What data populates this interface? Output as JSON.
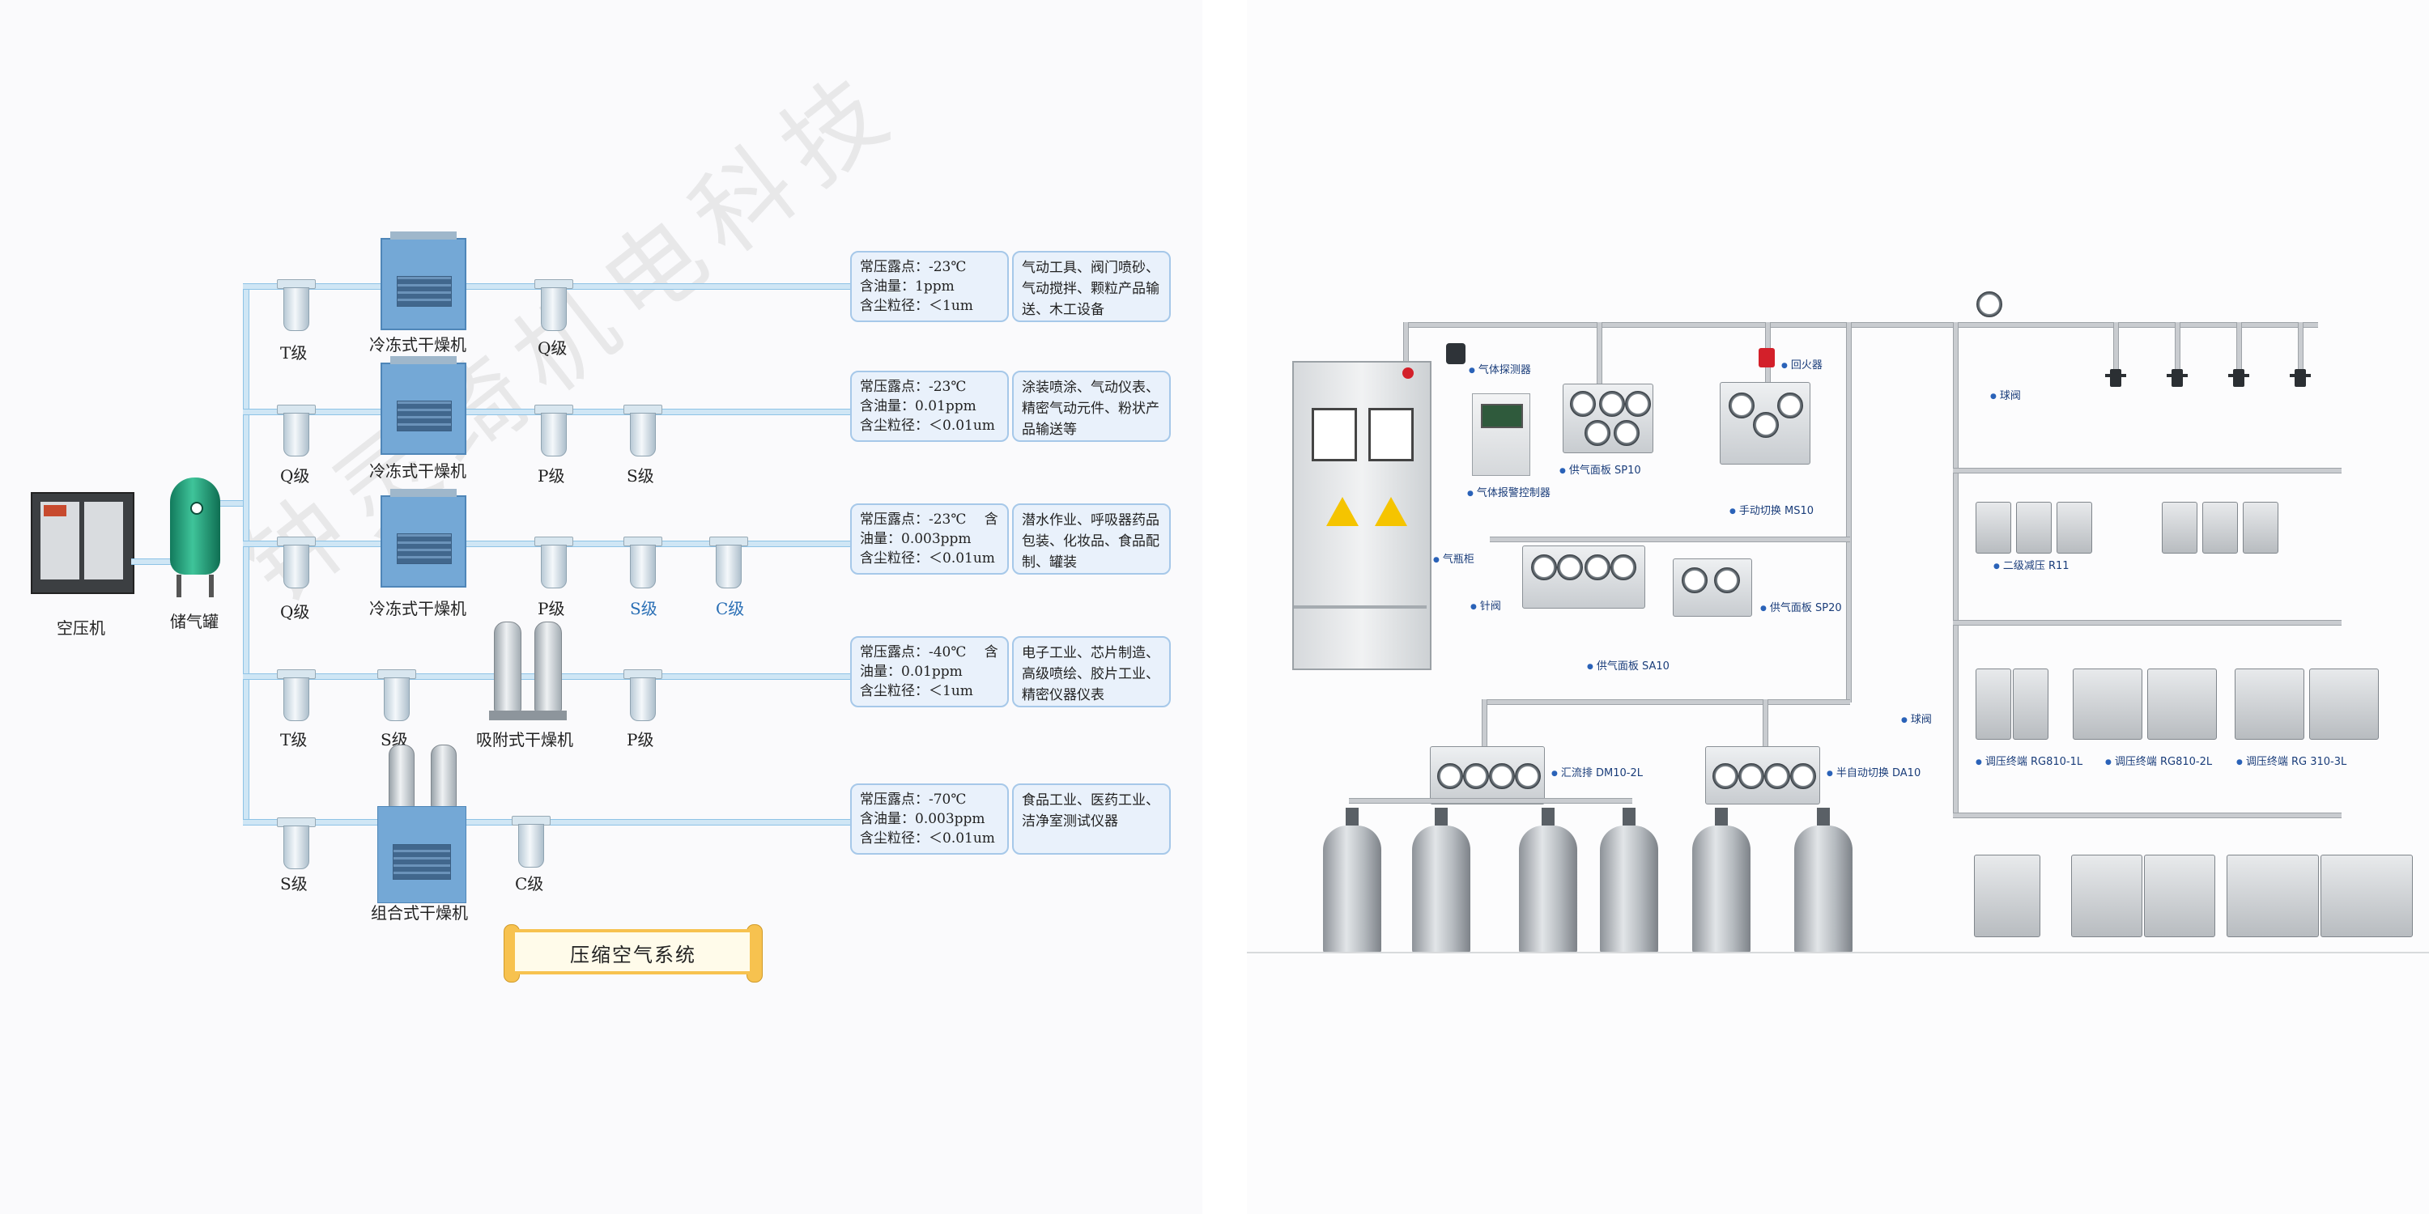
{
  "left": {
    "watermark": "钟灵琦机电科技",
    "compressor_label": "空压机",
    "tank_label": "储气罐",
    "title_banner": "压缩空气系统",
    "rows": [
      {
        "filters": [
          {
            "label": "T级"
          }
        ],
        "dryer_label": "冷冻式干燥机",
        "after_filters": [
          {
            "label": "Q级",
            "blue": false
          }
        ],
        "spec": [
          "常压露点：-23℃",
          "含油量：1ppm",
          "含尘粒径：＜1um"
        ],
        "app": "气动工具、阀门喷砂、气动搅拌、颗粒产品输送、木工设备"
      },
      {
        "filters": [
          {
            "label": "Q级"
          }
        ],
        "dryer_label": "冷冻式干燥机",
        "after_filters": [
          {
            "label": "P级",
            "blue": false
          },
          {
            "label": "S级",
            "blue": false
          }
        ],
        "spec": [
          "常压露点：-23℃",
          "含油量：0.01ppm",
          "含尘粒径：＜0.01um"
        ],
        "app": "涂装喷涂、气动仪表、精密气动元件、粉状产品输送等"
      },
      {
        "filters": [
          {
            "label": "Q级"
          }
        ],
        "dryer_label": "冷冻式干燥机",
        "after_filters": [
          {
            "label": "P级",
            "blue": false
          },
          {
            "label": "S级",
            "blue": true
          },
          {
            "label": "C级",
            "blue": true
          }
        ],
        "spec": [
          "常压露点：-23℃　 含",
          "油量：0.003ppm",
          "含尘粒径：＜0.01um"
        ],
        "app": "潜水作业、呼吸器药品包装、化妆品、食品配制、罐装"
      },
      {
        "filters": [
          {
            "label": "T级"
          },
          {
            "label": "S级"
          }
        ],
        "dryer_label": "吸附式干燥机",
        "after_filters": [
          {
            "label": "P级",
            "blue": false
          }
        ],
        "spec": [
          "常压露点：-40℃　 含",
          "油量：0.01ppm",
          "含尘粒径：＜1um"
        ],
        "app": "电子工业、芯片制造、高级喷绘、胶片工业、精密仪器仪表"
      },
      {
        "filters": [
          {
            "label": "S级"
          }
        ],
        "dryer_label": "组合式干燥机",
        "after_filters": [
          {
            "label": "C级",
            "blue": false
          }
        ],
        "spec": [
          "常压露点：-70℃",
          "含油量：0.003ppm",
          "含尘粒径：＜0.01um"
        ],
        "app": "食品工业、医药工业、洁净室测试仪器"
      }
    ]
  },
  "right": {
    "labels": {
      "detector": "气体探测器",
      "control_cabinet": "气体报警控制器",
      "panel_sp10": "供气面板 SP10",
      "flashback": "回火器",
      "manual_ms10": "手动切换 MS10",
      "gas_cabinet": "气瓶柜",
      "needle_valve_a": "针阀",
      "panel_sa10": "供气面板 SA10",
      "panel_sp20": "供气面板 SP20",
      "manifold_dm10": "汇流排 DM10-2L",
      "semi_auto_da10": "半自动切换 DA10",
      "ball_valve_top": "球阀",
      "secondary_r11": "二级减压 R11",
      "ball_valve_mid": "球阀",
      "terminal_1l": "调压终端 RG810-1L",
      "terminal_2l": "调压终端 RG810-2L",
      "terminal_3l": "调压终端 RG 310-3L"
    }
  }
}
